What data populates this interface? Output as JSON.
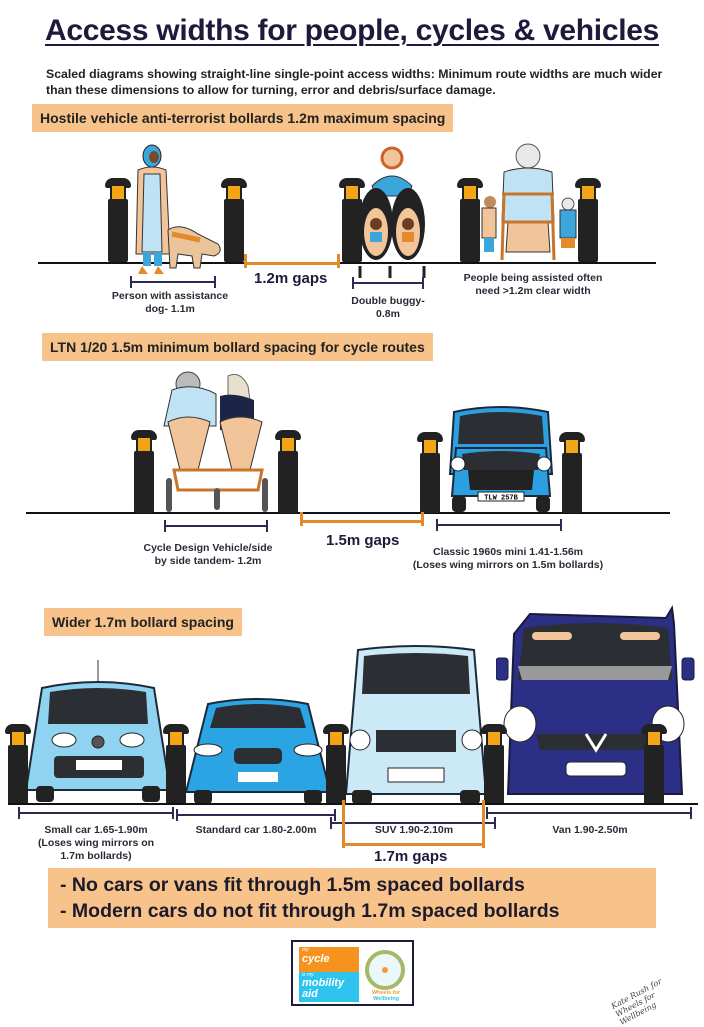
{
  "title": "Access widths for people, cycles & vehicles",
  "subtitle": "Scaled diagrams showing straight-line single-point access widths: Minimum route widths are much wider than these dimensions to allow for turning, error and debris/surface damage.",
  "colors": {
    "section_box": "#f7c38a",
    "bollard_body": "#222222",
    "bollard_band": "#f2a516",
    "gap_line": "#e58a2a",
    "dimension_line": "#2a2b52",
    "title_text": "#1d1b3b"
  },
  "sections": [
    {
      "heading": "Hostile vehicle anti-terrorist bollards 1.2m maximum spacing",
      "gap_label": "1.2m gaps",
      "items": [
        {
          "label_line1": "Person with assistance",
          "label_line2": "dog- 1.1m",
          "icon": "person-with-guide-dog-icon"
        },
        {
          "label_line1": "Double buggy-",
          "label_line2": "0.8m",
          "icon": "double-buggy-icon"
        },
        {
          "label_line1": "People being assisted often",
          "label_line2": "need >1.2m clear width",
          "icon": "person-with-walker-icon"
        }
      ]
    },
    {
      "heading": "LTN 1/20 1.5m minimum bollard spacing for cycle routes",
      "gap_label": "1.5m gaps",
      "items": [
        {
          "label_line1": "Cycle Design Vehicle/side",
          "label_line2": "by side tandem-  1.2m",
          "icon": "side-by-side-tandem-icon"
        },
        {
          "label_line1": "Classic 1960s mini 1.41-1.56m",
          "label_line2": "(Loses wing mirrors on 1.5m bollards)",
          "icon": "classic-mini-icon",
          "plate": "TLW 257B"
        }
      ]
    },
    {
      "heading": "Wider 1.7m  bollard spacing",
      "gap_label": "1.7m gaps",
      "items": [
        {
          "label_line1": "Small car 1.65-1.90m",
          "label_line2": "(Loses wing mirrors on",
          "label_line3": "1.7m bollards)",
          "icon": "small-car-icon",
          "color": "#8fd3f0"
        },
        {
          "label_line1": "Standard car 1.80-2.00m",
          "icon": "standard-car-icon",
          "color": "#2aa4e3"
        },
        {
          "label_line1": "SUV 1.90-2.10m",
          "icon": "suv-icon",
          "color": "#cbe9f7"
        },
        {
          "label_line1": "Van 1.90-2.50m",
          "icon": "van-icon",
          "color": "#2c2f86"
        }
      ]
    }
  ],
  "summary": [
    "- No cars or vans fit through 1.5m spaced bollards",
    "- Modern cars do not fit through 1.7m spaced bollards"
  ],
  "logo": {
    "left_top_small": "my",
    "left_top": "cycle",
    "left_bottom_small": "is my",
    "left_bottom_1": "mobility",
    "left_bottom_2": "aid",
    "right_1": "Wheels for",
    "right_2": "Wellbeing"
  },
  "signature": "Kate Rush for Wheels for Wellbeing"
}
